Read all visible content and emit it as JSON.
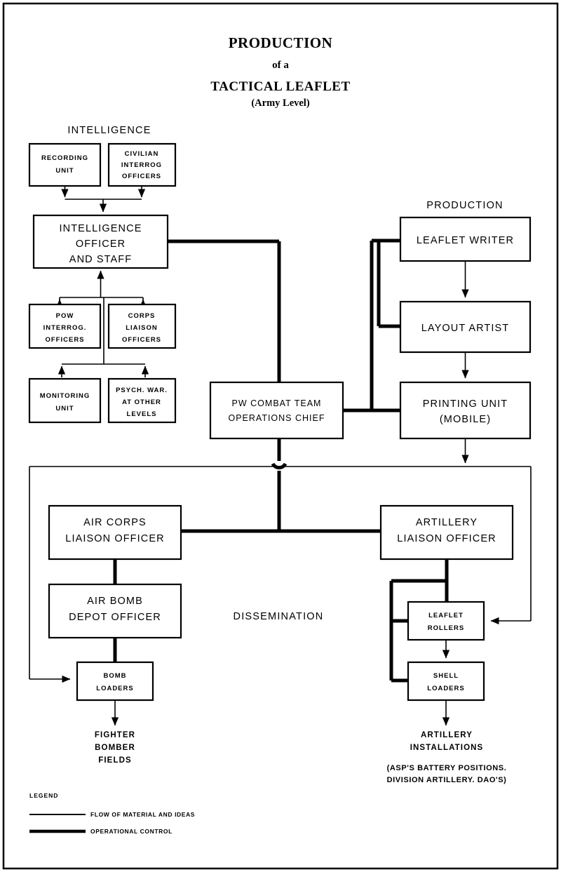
{
  "document": {
    "title_line1": "PRODUCTION",
    "title_line2": "of a",
    "title_line3": "TACTICAL LEAFLET",
    "title_line4": "(Army Level)"
  },
  "sections": {
    "intelligence": "INTELLIGENCE",
    "production": "PRODUCTION",
    "dissemination": "DISSEMINATION"
  },
  "boxes": {
    "recording_unit": {
      "line1": "RECORDING",
      "line2": "UNIT"
    },
    "civilian_interrog": {
      "line1": "CIVILIAN",
      "line2": "INTERROG",
      "line3": "OFFICERS"
    },
    "intelligence_officer": {
      "line1": "INTELLIGENCE",
      "line2": "OFFICER",
      "line3": "AND STAFF"
    },
    "pow_interrog": {
      "line1": "POW",
      "line2": "INTERROG.",
      "line3": "OFFICERS"
    },
    "corps_liaison": {
      "line1": "CORPS",
      "line2": "LIAISON",
      "line3": "OFFICERS"
    },
    "monitoring_unit": {
      "line1": "MONITORING",
      "line2": "UNIT"
    },
    "psych_war": {
      "line1": "PSYCH. WAR.",
      "line2": "AT OTHER",
      "line3": "LEVELS"
    },
    "pw_combat_team": {
      "line1": "PW COMBAT TEAM",
      "line2": "OPERATIONS CHIEF"
    },
    "leaflet_writer": {
      "line1": "LEAFLET WRITER"
    },
    "layout_artist": {
      "line1": "LAYOUT ARTIST"
    },
    "printing_unit": {
      "line1": "PRINTING UNIT",
      "line2": "(MOBILE)"
    },
    "air_corps_liaison": {
      "line1": "AIR CORPS",
      "line2": "LIAISON OFFICER"
    },
    "air_bomb_depot": {
      "line1": "AIR BOMB",
      "line2": "DEPOT OFFICER"
    },
    "bomb_loaders": {
      "line1": "BOMB",
      "line2": "LOADERS"
    },
    "artillery_liaison": {
      "line1": "ARTILLERY",
      "line2": "LIAISON OFFICER"
    },
    "leaflet_rollers": {
      "line1": "LEAFLET",
      "line2": "ROLLERS"
    },
    "shell_loaders": {
      "line1": "SHELL",
      "line2": "LOADERS"
    }
  },
  "endpoints": {
    "fighter_bomber_fields": {
      "line1": "FIGHTER",
      "line2": "BOMBER",
      "line3": "FIELDS"
    },
    "artillery_installations": {
      "line1": "ARTILLERY",
      "line2": "INSTALLATIONS",
      "note1": "(ASP'S BATTERY POSITIONS.",
      "note2": "DIVISION ARTILLERY. DAO'S)"
    }
  },
  "legend": {
    "title": "LEGEND",
    "items": [
      {
        "label": "FLOW OF MATERIAL AND IDEAS",
        "style": "thin"
      },
      {
        "label": "OPERATIONAL CONTROL",
        "style": "thick"
      }
    ]
  },
  "colors": {
    "ink": "#000000",
    "paper": "#ffffff"
  }
}
